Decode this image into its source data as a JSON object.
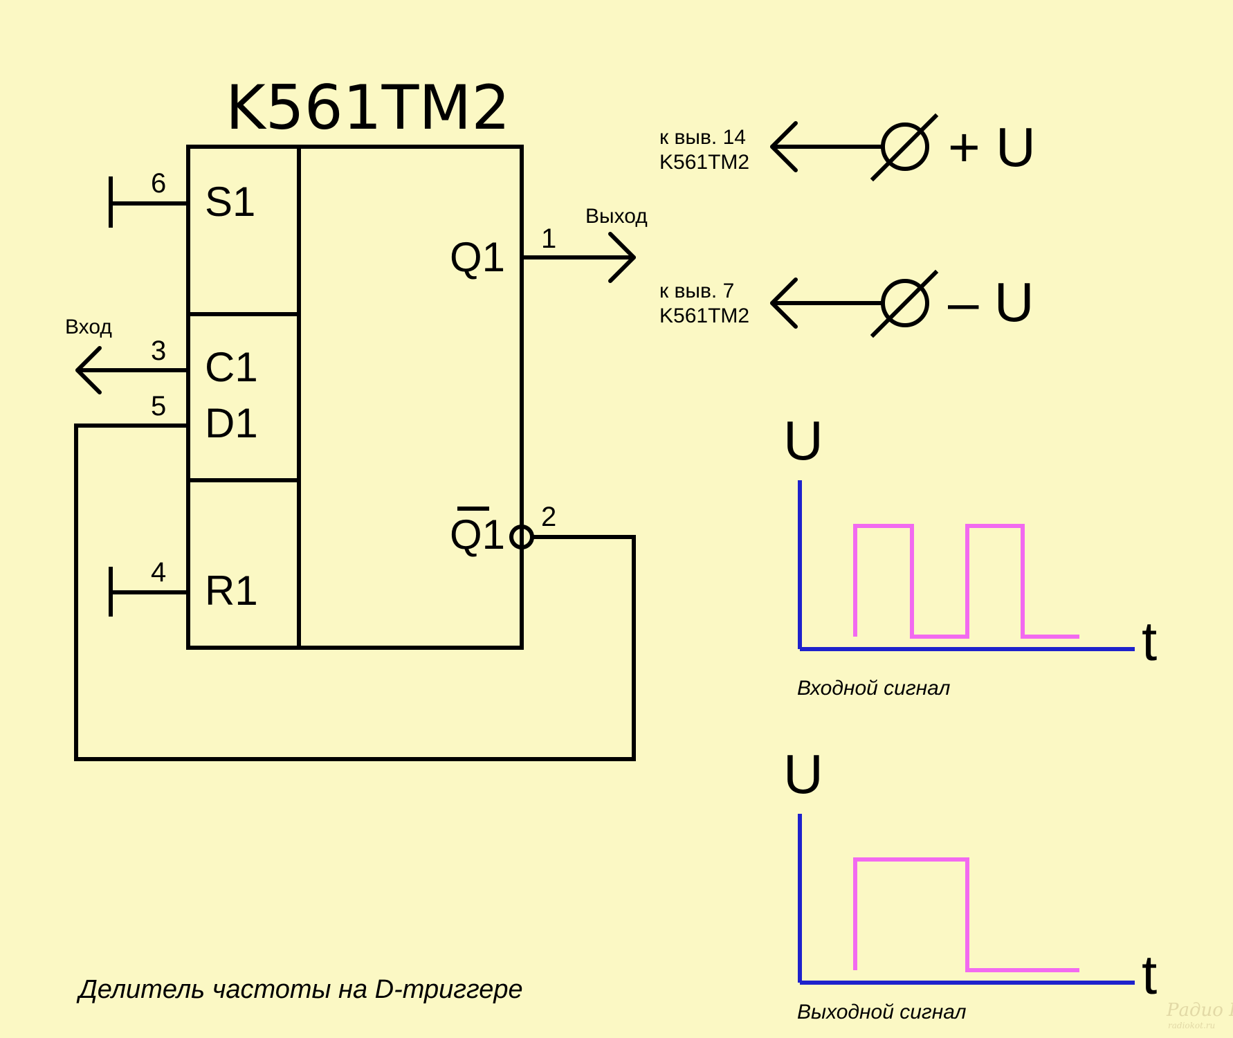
{
  "chip": {
    "name": "K561TM2"
  },
  "pins": {
    "s1": {
      "label": "S1",
      "number": "6"
    },
    "c1": {
      "label": "C1",
      "number": "3"
    },
    "d1": {
      "label": "D1",
      "number": "5"
    },
    "r1": {
      "label": "R1",
      "number": "4"
    },
    "q1": {
      "label": "Q1",
      "number": "1"
    },
    "nq1": {
      "label": "Q1",
      "number": "2"
    }
  },
  "signals": {
    "input": "Вход",
    "output": "Выход"
  },
  "power": {
    "plus": {
      "pin_line1": "к выв. 14",
      "pin_line2": "K561TM2",
      "label": "+ U"
    },
    "minus": {
      "pin_line1": "к выв. 7",
      "pin_line2": "K561TM2",
      "label": "– U"
    }
  },
  "graphs": {
    "input": {
      "y_label": "U",
      "x_label": "t",
      "caption": "Входной сигнал",
      "pulses": 2
    },
    "output": {
      "y_label": "U",
      "x_label": "t",
      "caption": "Выходной сигнал",
      "pulses": 1
    }
  },
  "colors": {
    "background": "#fbf8c4",
    "axis": "#1e22cc",
    "signal": "#f26af0"
  },
  "title": "Делитель частоты на D-триггере",
  "watermark": {
    "line1": "Радио КОТ",
    "line2": "radiokot.ru"
  }
}
